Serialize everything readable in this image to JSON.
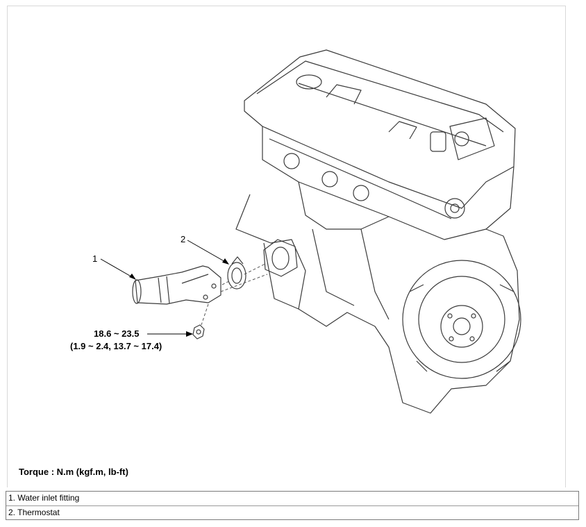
{
  "callouts": {
    "part1_number": "1",
    "part2_number": "2",
    "torque_value": "18.6 ~ 23.5",
    "torque_value_alt": "(1.9 ~ 2.4, 13.7 ~ 17.4)"
  },
  "torque_note": "Torque : N.m (kgf.m, lb-ft)",
  "legend": {
    "items": [
      {
        "label": "1. Water inlet fitting"
      },
      {
        "label": "2. Thermostat"
      }
    ]
  }
}
